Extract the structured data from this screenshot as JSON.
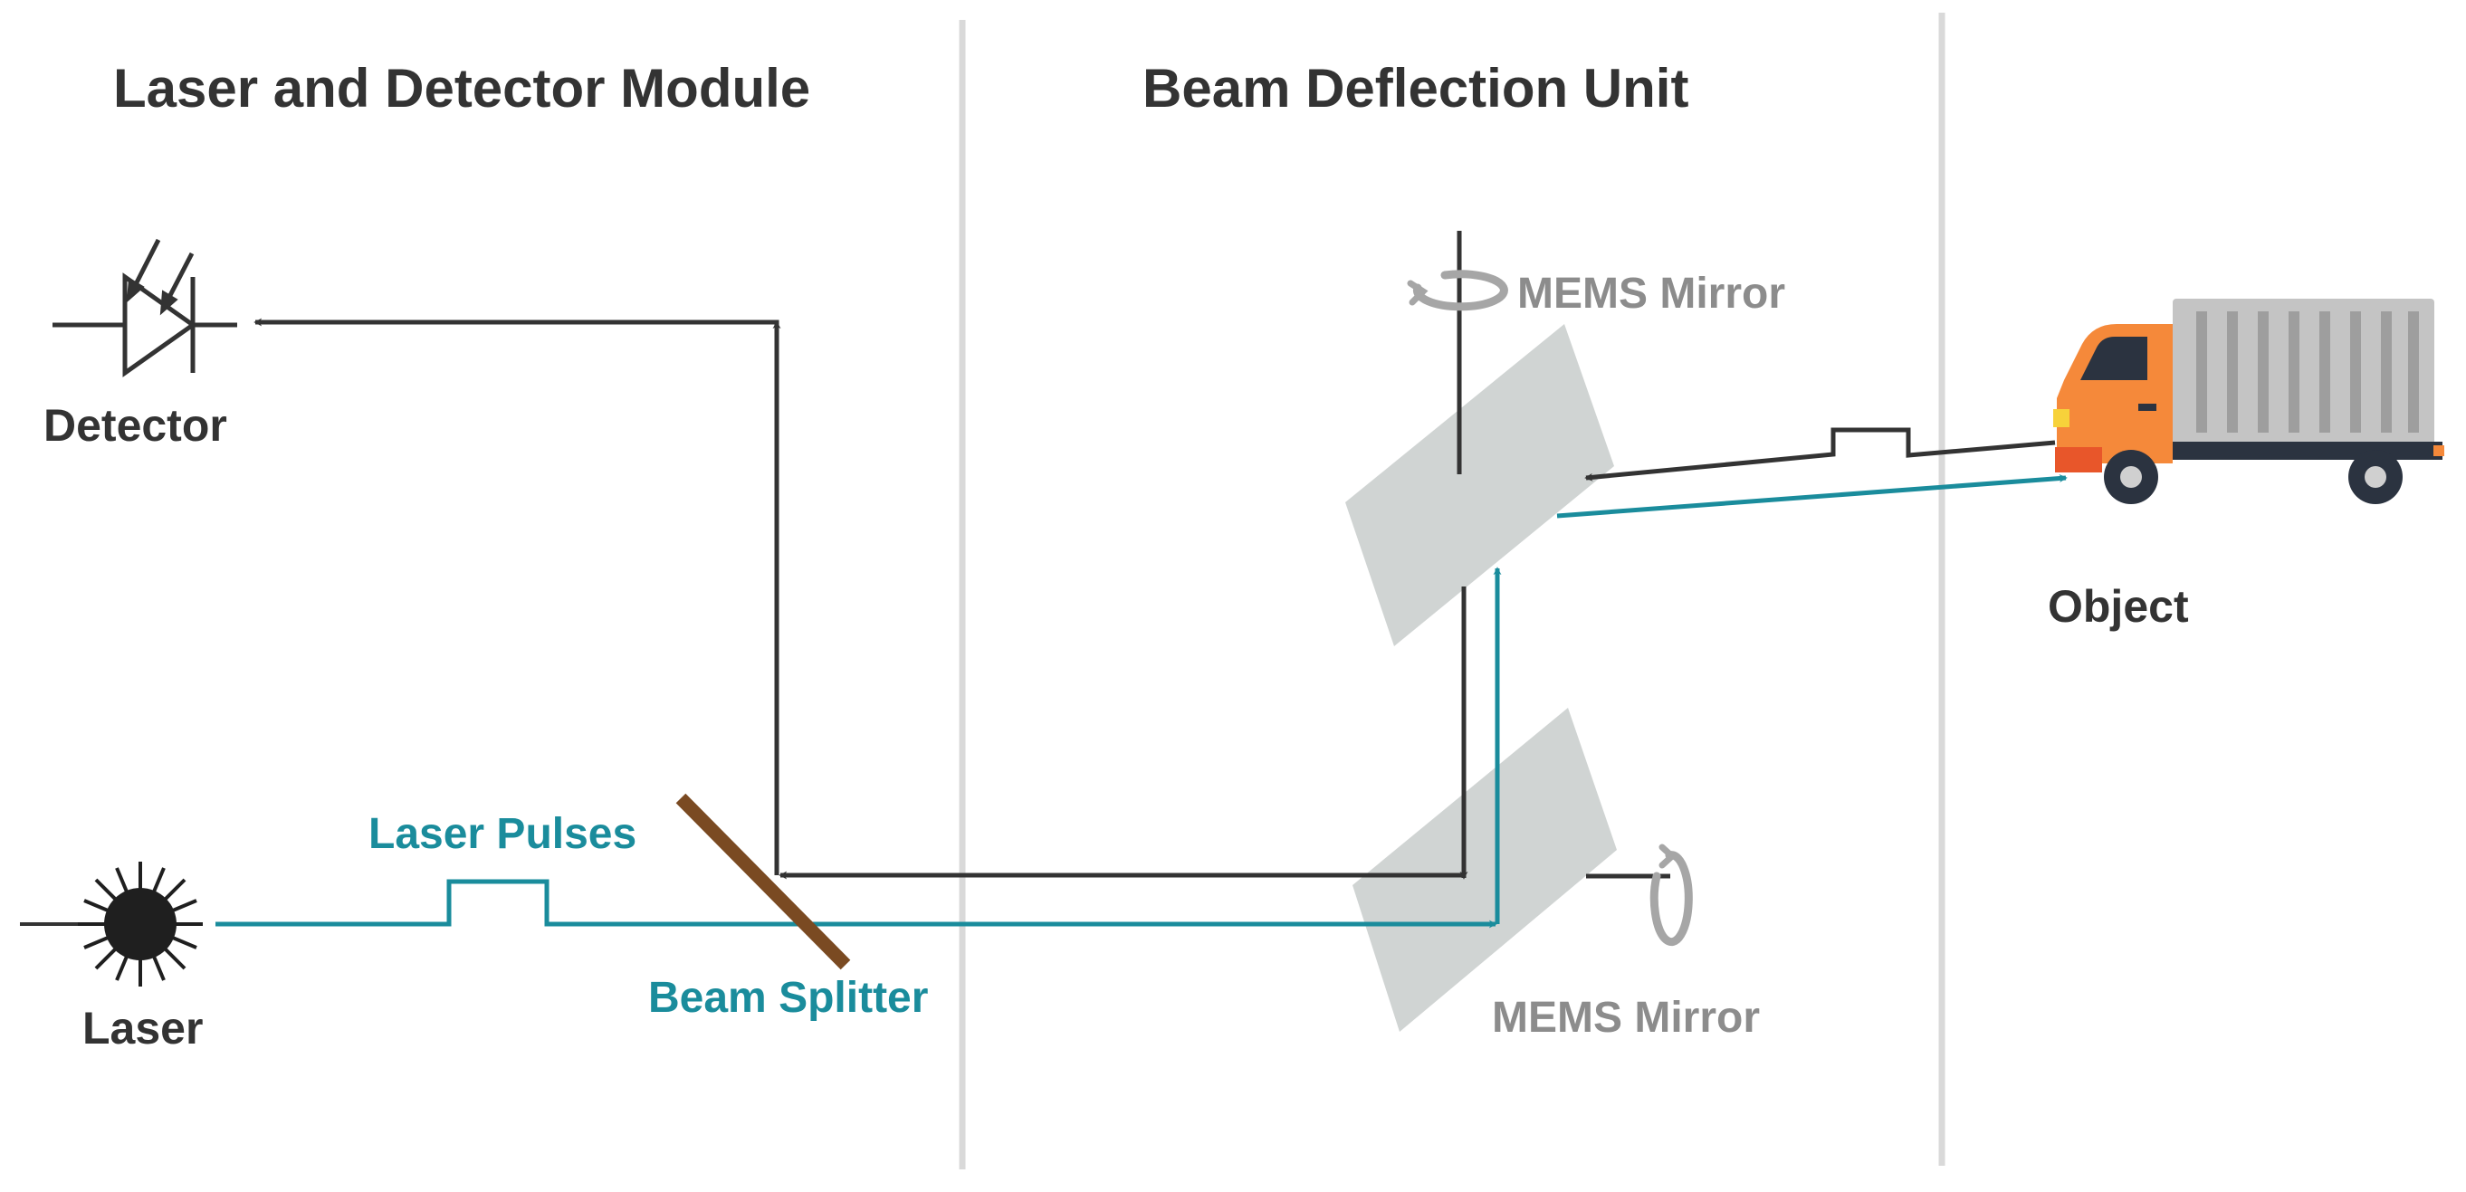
{
  "titles": {
    "left": "Laser and Detector Module",
    "middle": "Beam Deflection Unit"
  },
  "labels": {
    "detector": "Detector",
    "laser": "Laser",
    "laser_pulses": "Laser Pulses",
    "beam_splitter": "Beam Splitter",
    "mems_mirror_top": "MEMS Mirror",
    "mems_mirror_bottom": "MEMS Mirror",
    "object": "Object"
  },
  "icons": {
    "detector": "photodiode-icon",
    "laser": "laser-source-icon",
    "object": "truck-icon",
    "mirror_rotation": "rotation-arrow-icon"
  },
  "colors": {
    "text_dark": "#333333",
    "teal": "#1a8c9c",
    "gray_text": "#8c8c8c",
    "mirror_fill": "#d0d4d3",
    "divider": "#d9d9d9",
    "splitter": "#7a4a22",
    "truck_cab": "#f5893a",
    "truck_container": "#c4c4c4"
  }
}
